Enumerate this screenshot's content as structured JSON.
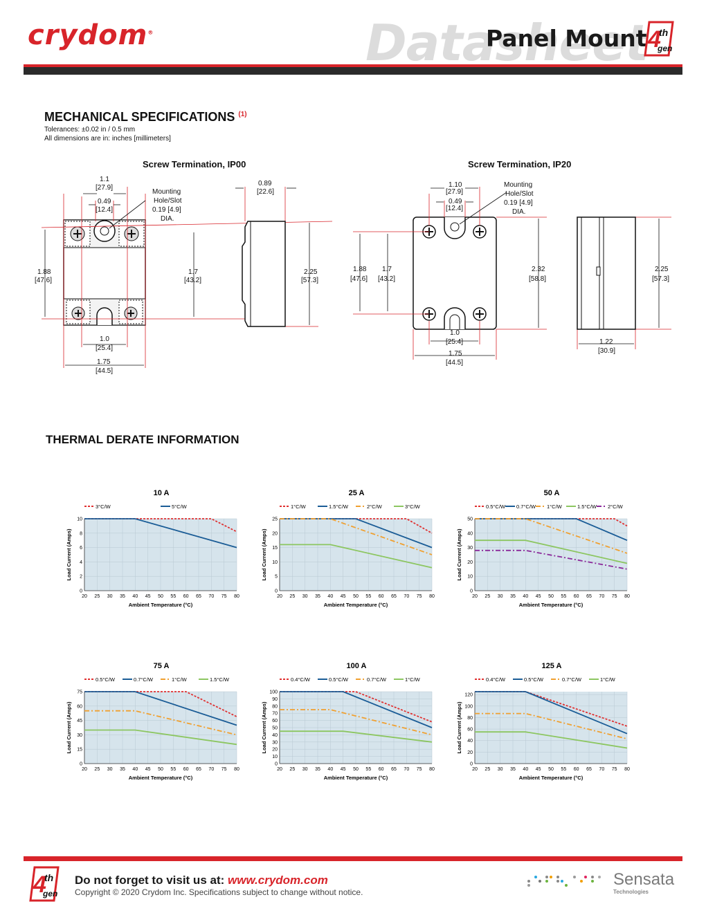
{
  "header": {
    "logo": "crydom",
    "watermark": "Datasheet",
    "title": "Panel Mount",
    "badge_top": "4",
    "badge_sup": "th",
    "badge_bottom": "gen",
    "brand_red": "#d8242a"
  },
  "mech": {
    "title": "MECHANICAL SPECIFICATIONS",
    "note_mark": "(1)",
    "tolerance": "Tolerances: ±0.02 in / 0.5 mm",
    "units": "All dimensions are in: inches [millimeters]"
  },
  "ip00": {
    "title": "Screw Termination, IP00",
    "w_top": "1.1",
    "w_top_mm": "[27.9]",
    "w_hole": "0.49",
    "w_hole_mm": "[12.4]",
    "mount_1": "Mounting",
    "mount_2": "Hole/Slot",
    "mount_3": "0.19 [4.9]",
    "mount_4": "DIA.",
    "depth": "0.89",
    "depth_mm": "[22.6]",
    "h_outer": "1.88",
    "h_outer_mm": "[47.6]",
    "h_inner": "1.7",
    "h_inner_mm": "[43.2]",
    "h_side": "2.25",
    "h_side_mm": "[57.3]",
    "w_term": "1.0",
    "w_term_mm": "[25.4]",
    "w_body": "1.75",
    "w_body_mm": "[44.5]"
  },
  "ip20": {
    "title": "Screw Termination,  IP20",
    "w_top": "1.10",
    "w_top_mm": "[27.9]",
    "w_hole": "0.49",
    "w_hole_mm": "[12.4]",
    "mount_1": "Mounting",
    "mount_2": "Hole/Slot",
    "mount_3": "0.19 [4.9]",
    "mount_4": "DIA.",
    "h_outer": "1.88",
    "h_outer_mm": "[47.6]",
    "h_inner": "1.7",
    "h_inner_mm": "[43.2]",
    "h_total": "2.32",
    "h_total_mm": "[58.8]",
    "h_side": "2.25",
    "h_side_mm": "[57.3]",
    "w_term": "1.0",
    "w_term_mm": "[25.4]",
    "w_body": "1.75",
    "w_body_mm": "[44.5]",
    "depth": "1.22",
    "depth_mm": "[30.9]"
  },
  "thermal": {
    "title": "THERMAL DERATE INFORMATION"
  },
  "chart_data": [
    {
      "type": "line",
      "title": "10 A",
      "xlabel": "Ambient Temperature (°C)",
      "ylabel": "Load Current (Amps)",
      "xlim": [
        20,
        80
      ],
      "ylim": [
        0,
        10
      ],
      "xticks": [
        20,
        25,
        30,
        35,
        40,
        45,
        50,
        55,
        60,
        65,
        70,
        75,
        80
      ],
      "yticks": [
        0,
        2,
        4,
        6,
        8,
        10
      ],
      "series": [
        {
          "name": "3°C/W",
          "color": "#e03030",
          "dash": "dot",
          "points": [
            [
              20,
              10
            ],
            [
              70,
              10
            ],
            [
              80,
              8.2
            ]
          ]
        },
        {
          "name": "5°C/W",
          "color": "#1a5c96",
          "dash": "solid",
          "points": [
            [
              20,
              10
            ],
            [
              40,
              10
            ],
            [
              80,
              6
            ]
          ]
        }
      ]
    },
    {
      "type": "line",
      "title": "25 A",
      "xlabel": "Ambient Temperature (°C)",
      "ylabel": "Load Current (Amps)",
      "xlim": [
        20,
        80
      ],
      "ylim": [
        0,
        25
      ],
      "xticks": [
        20,
        25,
        30,
        35,
        40,
        45,
        50,
        55,
        60,
        65,
        70,
        75,
        80
      ],
      "yticks": [
        0,
        5,
        10,
        15,
        20,
        25
      ],
      "series": [
        {
          "name": "1°C/W",
          "color": "#e03030",
          "dash": "dot",
          "points": [
            [
              20,
              25
            ],
            [
              70,
              25
            ],
            [
              80,
              20
            ]
          ]
        },
        {
          "name": "1.5°C/W",
          "color": "#1a5c96",
          "dash": "solid",
          "points": [
            [
              20,
              25
            ],
            [
              50,
              25
            ],
            [
              80,
              15
            ]
          ]
        },
        {
          "name": "2°C/W",
          "color": "#f0a030",
          "dash": "dashdot",
          "points": [
            [
              20,
              25
            ],
            [
              40,
              25
            ],
            [
              80,
              12.5
            ]
          ]
        },
        {
          "name": "3°C/W",
          "color": "#8cc660",
          "dash": "solid",
          "points": [
            [
              20,
              16
            ],
            [
              40,
              16
            ],
            [
              80,
              8
            ]
          ]
        }
      ]
    },
    {
      "type": "line",
      "title": "50 A",
      "xlabel": "Ambient Temperature (°C)",
      "ylabel": "Load Current (Amps)",
      "xlim": [
        20,
        80
      ],
      "ylim": [
        0,
        50
      ],
      "xticks": [
        20,
        25,
        30,
        35,
        40,
        45,
        50,
        55,
        60,
        65,
        70,
        75,
        80
      ],
      "yticks": [
        0,
        10,
        20,
        30,
        40,
        50
      ],
      "series": [
        {
          "name": "0.5°C/W",
          "color": "#e03030",
          "dash": "dot",
          "points": [
            [
              20,
              50
            ],
            [
              75,
              50
            ],
            [
              80,
              45
            ]
          ]
        },
        {
          "name": "0.7°C/W",
          "color": "#1a5c96",
          "dash": "solid",
          "points": [
            [
              20,
              50
            ],
            [
              60,
              50
            ],
            [
              80,
              35
            ]
          ]
        },
        {
          "name": "1°C/W",
          "color": "#f0a030",
          "dash": "dashdot",
          "points": [
            [
              20,
              50
            ],
            [
              40,
              50
            ],
            [
              80,
              26
            ]
          ]
        },
        {
          "name": "1.5°C/W",
          "color": "#8cc660",
          "dash": "solid",
          "points": [
            [
              20,
              35
            ],
            [
              40,
              35
            ],
            [
              80,
              19
            ]
          ]
        },
        {
          "name": "2°C/W",
          "color": "#8a2a9a",
          "dash": "dashdot",
          "points": [
            [
              20,
              28
            ],
            [
              40,
              28
            ],
            [
              80,
              15
            ]
          ]
        }
      ]
    },
    {
      "type": "line",
      "title": "75 A",
      "xlabel": "Ambient Temperature (°C)",
      "ylabel": "Load Current (Amps)",
      "xlim": [
        20,
        80
      ],
      "ylim": [
        0,
        75
      ],
      "xticks": [
        20,
        25,
        30,
        35,
        40,
        45,
        50,
        55,
        60,
        65,
        70,
        75,
        80
      ],
      "yticks": [
        0,
        15,
        30,
        45,
        60,
        75
      ],
      "series": [
        {
          "name": "0.5°C/W",
          "color": "#e03030",
          "dash": "dot",
          "points": [
            [
              20,
              75
            ],
            [
              60,
              75
            ],
            [
              80,
              49
            ]
          ]
        },
        {
          "name": "0.7°C/W",
          "color": "#1a5c96",
          "dash": "solid",
          "points": [
            [
              20,
              75
            ],
            [
              40,
              75
            ],
            [
              80,
              40
            ]
          ]
        },
        {
          "name": "1°C/W",
          "color": "#f0a030",
          "dash": "dashdot",
          "points": [
            [
              20,
              55
            ],
            [
              40,
              55
            ],
            [
              80,
              30
            ]
          ]
        },
        {
          "name": "1.5°C/W",
          "color": "#8cc660",
          "dash": "solid",
          "points": [
            [
              20,
              35
            ],
            [
              40,
              35
            ],
            [
              80,
              20
            ]
          ]
        }
      ]
    },
    {
      "type": "line",
      "title": "100 A",
      "xlabel": "Ambient Temperature (°C)",
      "ylabel": "Load Current (Amps)",
      "xlim": [
        20,
        80
      ],
      "ylim": [
        0,
        100
      ],
      "xticks": [
        20,
        25,
        30,
        35,
        40,
        45,
        50,
        55,
        60,
        65,
        70,
        75,
        80
      ],
      "yticks": [
        0,
        10,
        20,
        30,
        40,
        50,
        60,
        70,
        80,
        90,
        100
      ],
      "series": [
        {
          "name": "0.4°C/W",
          "color": "#e03030",
          "dash": "dot",
          "points": [
            [
              20,
              100
            ],
            [
              50,
              100
            ],
            [
              80,
              58
            ]
          ]
        },
        {
          "name": "0.5°C/W",
          "color": "#1a5c96",
          "dash": "solid",
          "points": [
            [
              20,
              100
            ],
            [
              45,
              100
            ],
            [
              80,
              50
            ]
          ]
        },
        {
          "name": "0.7°C/W",
          "color": "#f0a030",
          "dash": "dashdot",
          "points": [
            [
              20,
              75
            ],
            [
              40,
              75
            ],
            [
              80,
              40
            ]
          ]
        },
        {
          "name": "1°C/W",
          "color": "#8cc660",
          "dash": "solid",
          "points": [
            [
              20,
              45
            ],
            [
              45,
              45
            ],
            [
              80,
              30
            ]
          ]
        }
      ]
    },
    {
      "type": "line",
      "title": "125 A",
      "xlabel": "Ambient Temperature (°C)",
      "ylabel": "Load Current (Amps)",
      "xlim": [
        20,
        80
      ],
      "ylim": [
        0,
        125
      ],
      "xticks": [
        20,
        25,
        30,
        35,
        40,
        45,
        50,
        55,
        60,
        65,
        70,
        75,
        80
      ],
      "yticks": [
        0,
        20,
        40,
        60,
        80,
        100,
        120
      ],
      "series": [
        {
          "name": "0.4°C/W",
          "color": "#e03030",
          "dash": "dot",
          "points": [
            [
              20,
              125
            ],
            [
              40,
              125
            ],
            [
              80,
              65
            ]
          ]
        },
        {
          "name": "0.5°C/W",
          "color": "#1a5c96",
          "dash": "solid",
          "points": [
            [
              20,
              125
            ],
            [
              40,
              125
            ],
            [
              80,
              52
            ]
          ]
        },
        {
          "name": "0.7°C/W",
          "color": "#f0a030",
          "dash": "dashdot",
          "points": [
            [
              20,
              87
            ],
            [
              40,
              87
            ],
            [
              80,
              43
            ]
          ]
        },
        {
          "name": "1°C/W",
          "color": "#8cc660",
          "dash": "solid",
          "points": [
            [
              20,
              55
            ],
            [
              40,
              55
            ],
            [
              80,
              27
            ]
          ]
        }
      ]
    }
  ],
  "footer": {
    "visit": "Do not forget to visit us at: ",
    "url": "www.crydom.com",
    "copyright": "Copyright © 2020 Crydom Inc. Specifications subject to change without notice.",
    "sensata": "Sensata",
    "sensata_sub": "Technologies"
  }
}
